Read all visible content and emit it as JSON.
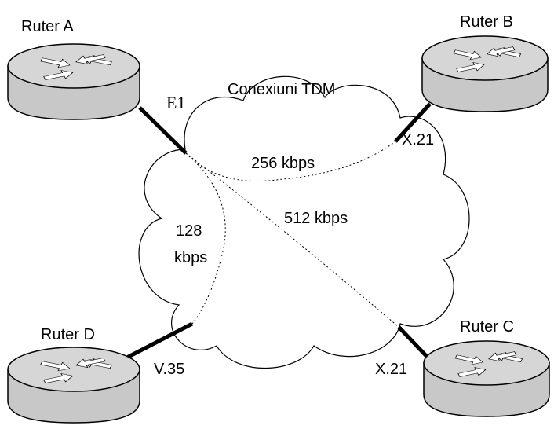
{
  "cloud": {
    "label": "Conexiuni TDM"
  },
  "routers": [
    {
      "id": "A",
      "name": "Ruter A",
      "interface": "E1"
    },
    {
      "id": "B",
      "name": "Ruter B",
      "interface": "X.21"
    },
    {
      "id": "C",
      "name": "Ruter C",
      "interface": "X.21"
    },
    {
      "id": "D",
      "name": "Ruter D",
      "interface": "V.35"
    }
  ],
  "connections": [
    {
      "from": "A",
      "to": "B",
      "speed": "256 kbps"
    },
    {
      "from": "A",
      "to": "C",
      "speed": "512 kbps"
    },
    {
      "from": "A",
      "to": "D",
      "speed_line1": "128",
      "speed_line2": "kbps"
    }
  ],
  "colors": {
    "router_fill": "#c8c8c8",
    "router_top": "#d6d6d6",
    "stroke": "#000000"
  },
  "icons": {
    "router": "router-icon"
  }
}
